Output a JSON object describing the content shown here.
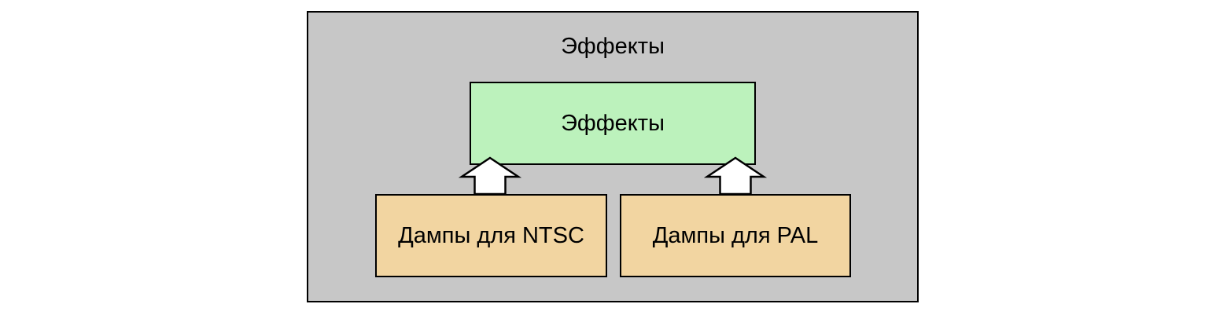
{
  "page": {
    "background": "#FFFFFF"
  },
  "diagram": {
    "title": "Эффекты",
    "container": {
      "fill": "#C7C7C7",
      "border_color": "#000000"
    },
    "nodes": {
      "effects": {
        "label": "Эффекты",
        "fill": "#BCF2BC",
        "border_color": "#000000"
      },
      "dumps_ntsc": {
        "label": "Дампы для NTSC",
        "fill": "#F2D5A1",
        "border_color": "#000000"
      },
      "dumps_pal": {
        "label": "Дампы для PAL",
        "fill": "#F2D5A1",
        "border_color": "#000000"
      }
    },
    "arrows": {
      "fill": "#FFFFFF",
      "stroke": "#000000",
      "items": [
        {
          "name": "ntsc-to-effects",
          "from": "dumps_ntsc",
          "to": "effects",
          "direction": "up"
        },
        {
          "name": "pal-to-effects",
          "from": "dumps_pal",
          "to": "effects",
          "direction": "up"
        }
      ]
    }
  }
}
